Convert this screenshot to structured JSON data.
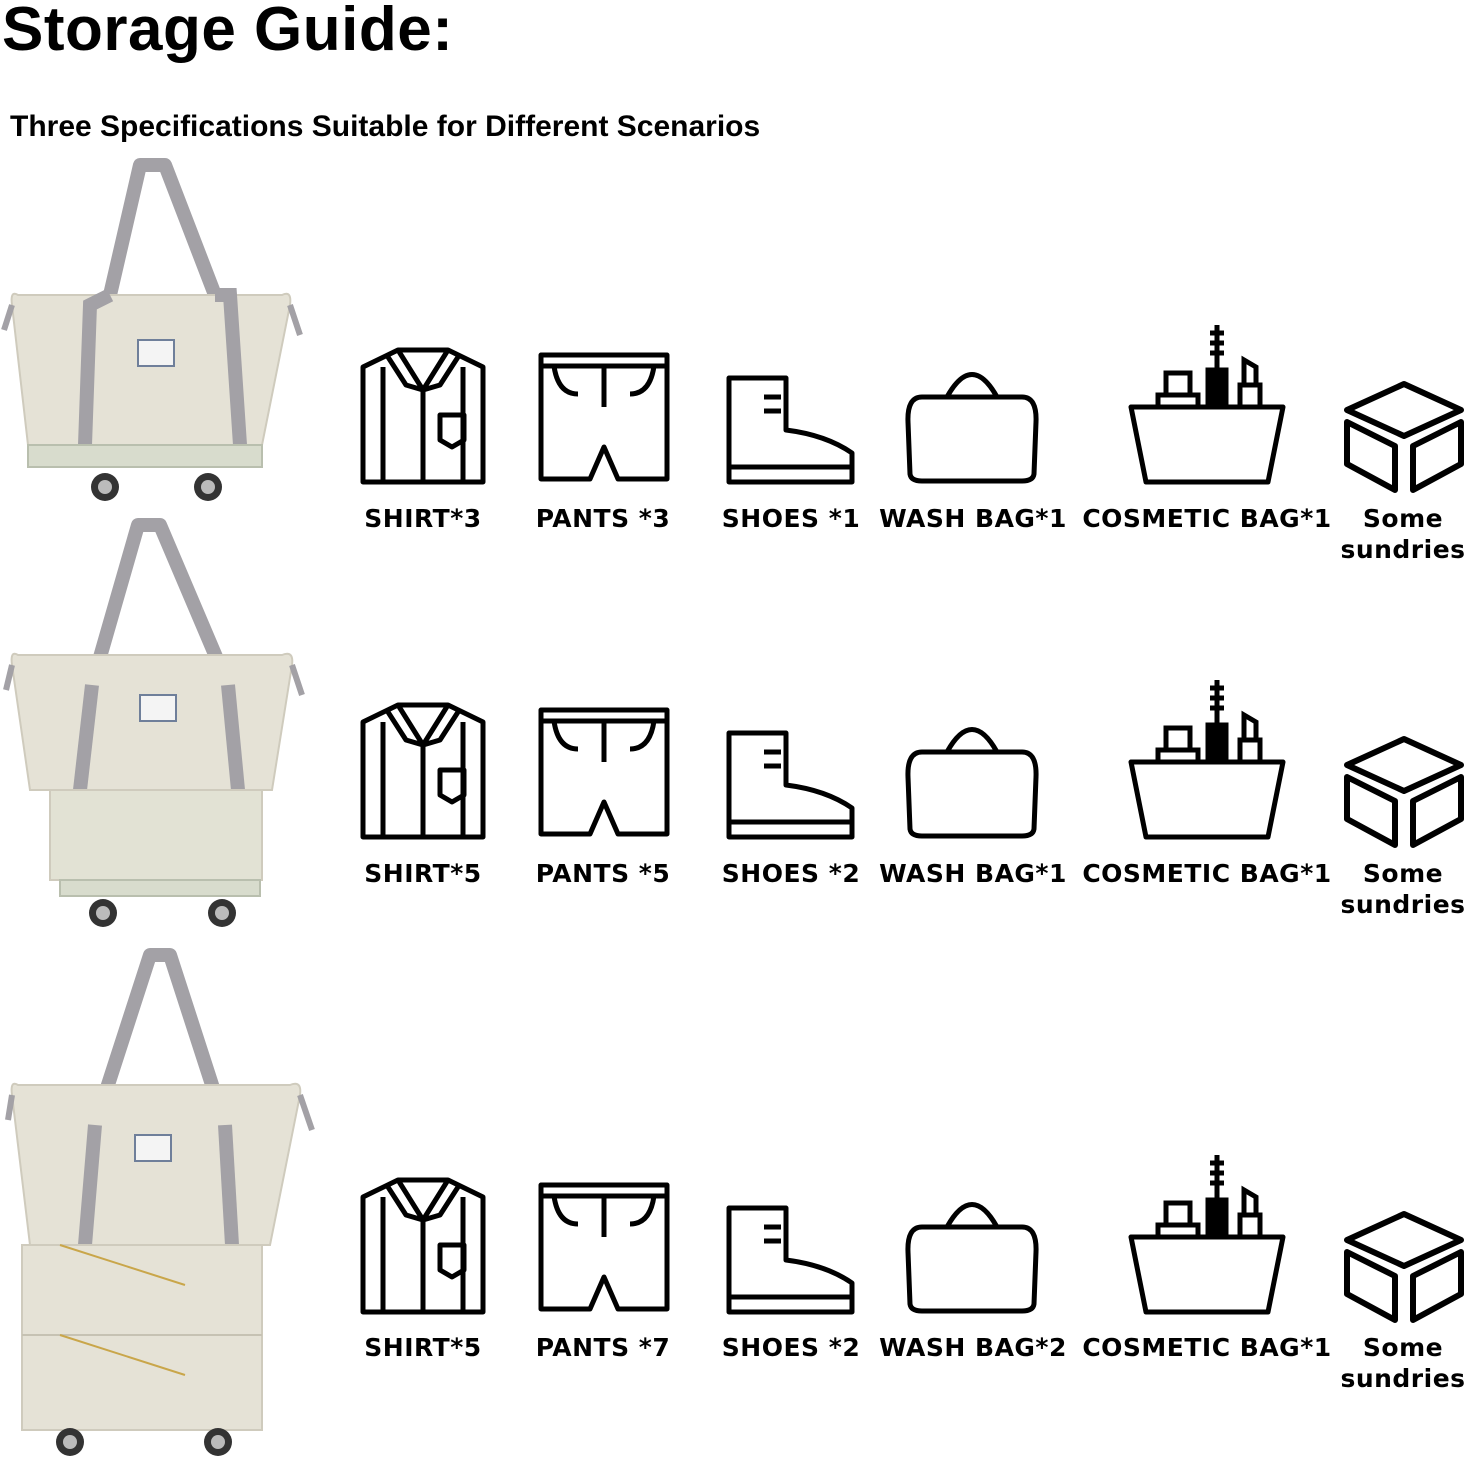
{
  "header": {
    "title": "Storage Guide:",
    "subtitle": "Three Specifications Suitable for Different Scenarios"
  },
  "colors": {
    "bag_body": "#e5e2d6",
    "bag_strap": "#a3a1a6",
    "icon_stroke": "#000000"
  },
  "rows": [
    {
      "bag_icon": "bag-small-icon",
      "items": [
        {
          "icon": "shirt-icon",
          "label": "SHIRT*3"
        },
        {
          "icon": "pants-icon",
          "label": "PANTS *3"
        },
        {
          "icon": "shoes-icon",
          "label": "SHOES *1"
        },
        {
          "icon": "wash-bag-icon",
          "label": "WASH BAG*1"
        },
        {
          "icon": "cosmetic-bag-icon",
          "label": "COSMETIC BAG*1"
        },
        {
          "icon": "box-icon",
          "label": "Some sundries"
        }
      ]
    },
    {
      "bag_icon": "bag-medium-icon",
      "items": [
        {
          "icon": "shirt-icon",
          "label": "SHIRT*5"
        },
        {
          "icon": "pants-icon",
          "label": "PANTS *5"
        },
        {
          "icon": "shoes-icon",
          "label": "SHOES *2"
        },
        {
          "icon": "wash-bag-icon",
          "label": "WASH BAG*1"
        },
        {
          "icon": "cosmetic-bag-icon",
          "label": "COSMETIC BAG*1"
        },
        {
          "icon": "box-icon",
          "label": "Some sundries"
        }
      ]
    },
    {
      "bag_icon": "bag-large-icon",
      "items": [
        {
          "icon": "shirt-icon",
          "label": "SHIRT*5"
        },
        {
          "icon": "pants-icon",
          "label": "PANTS *7"
        },
        {
          "icon": "shoes-icon",
          "label": "SHOES *2"
        },
        {
          "icon": "wash-bag-icon",
          "label": "WASH BAG*2"
        },
        {
          "icon": "cosmetic-bag-icon",
          "label": "COSMETIC BAG*1"
        },
        {
          "icon": "box-icon",
          "label": "Some sundries"
        }
      ]
    }
  ]
}
